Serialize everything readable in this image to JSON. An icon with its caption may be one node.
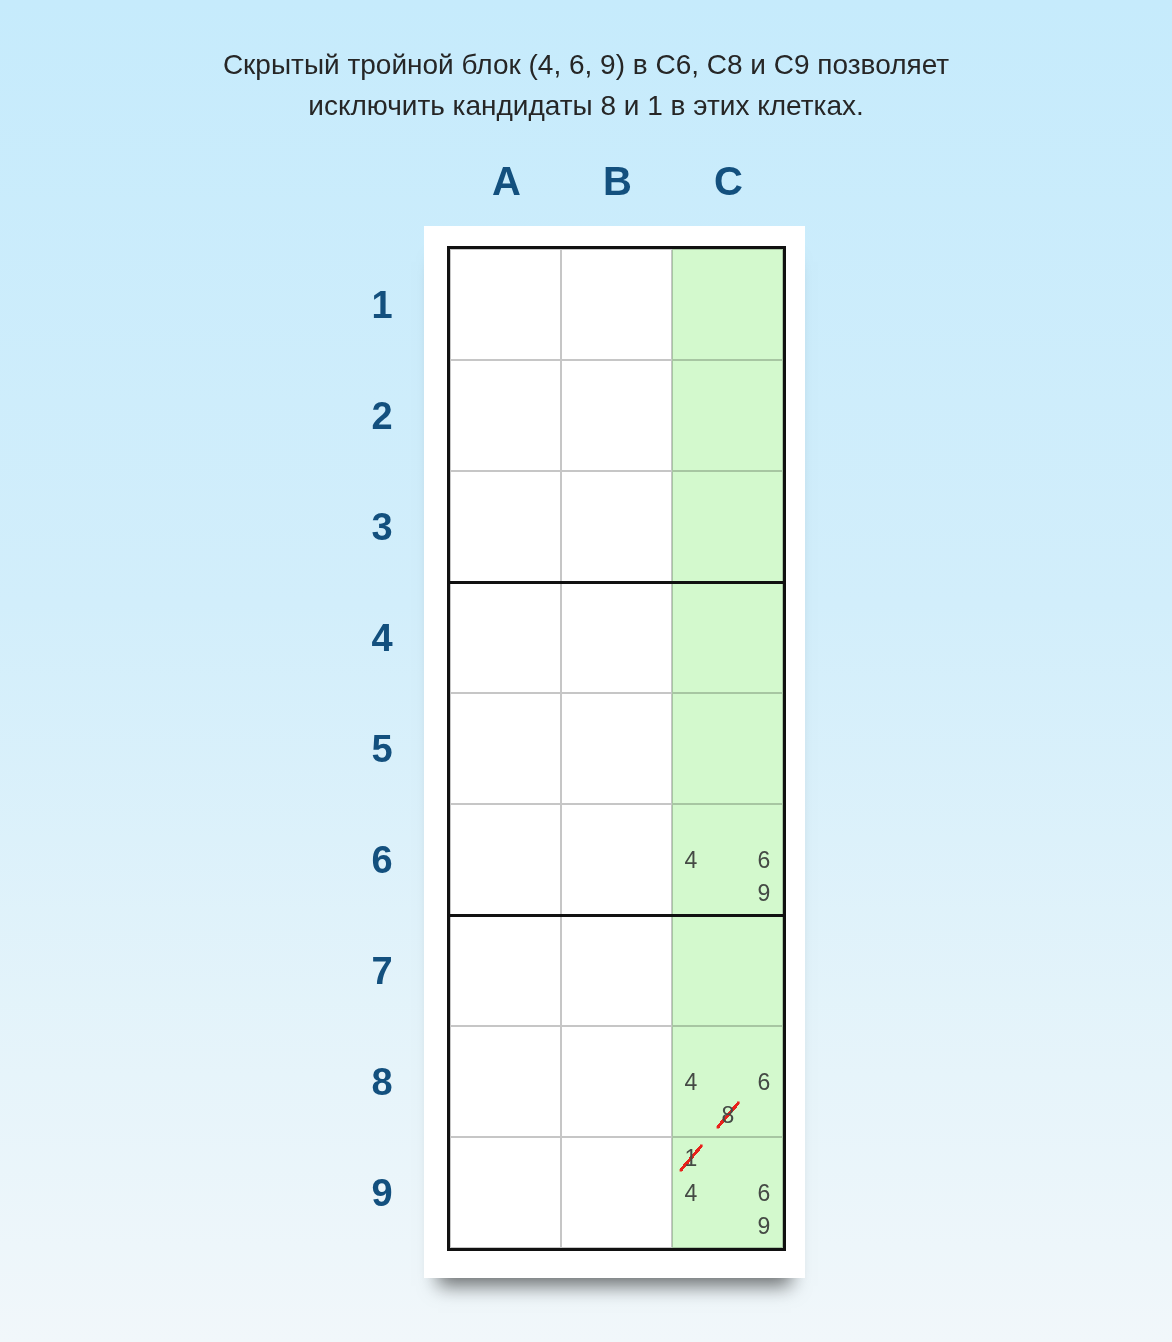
{
  "diagram": {
    "title": "Скрытый тройной блок (4, 6, 9) в C6, C8 и C9 позволяет исключить кандидаты 8 и 1 в этих клетках.",
    "labels": [
      "A",
      "B",
      "C",
      "1",
      "2",
      "3",
      "4",
      "5",
      "6",
      "4",
      "6",
      "9",
      "7",
      "8",
      "4",
      "6",
      "8",
      "9",
      "1",
      "4",
      "6",
      "9"
    ]
  }
}
